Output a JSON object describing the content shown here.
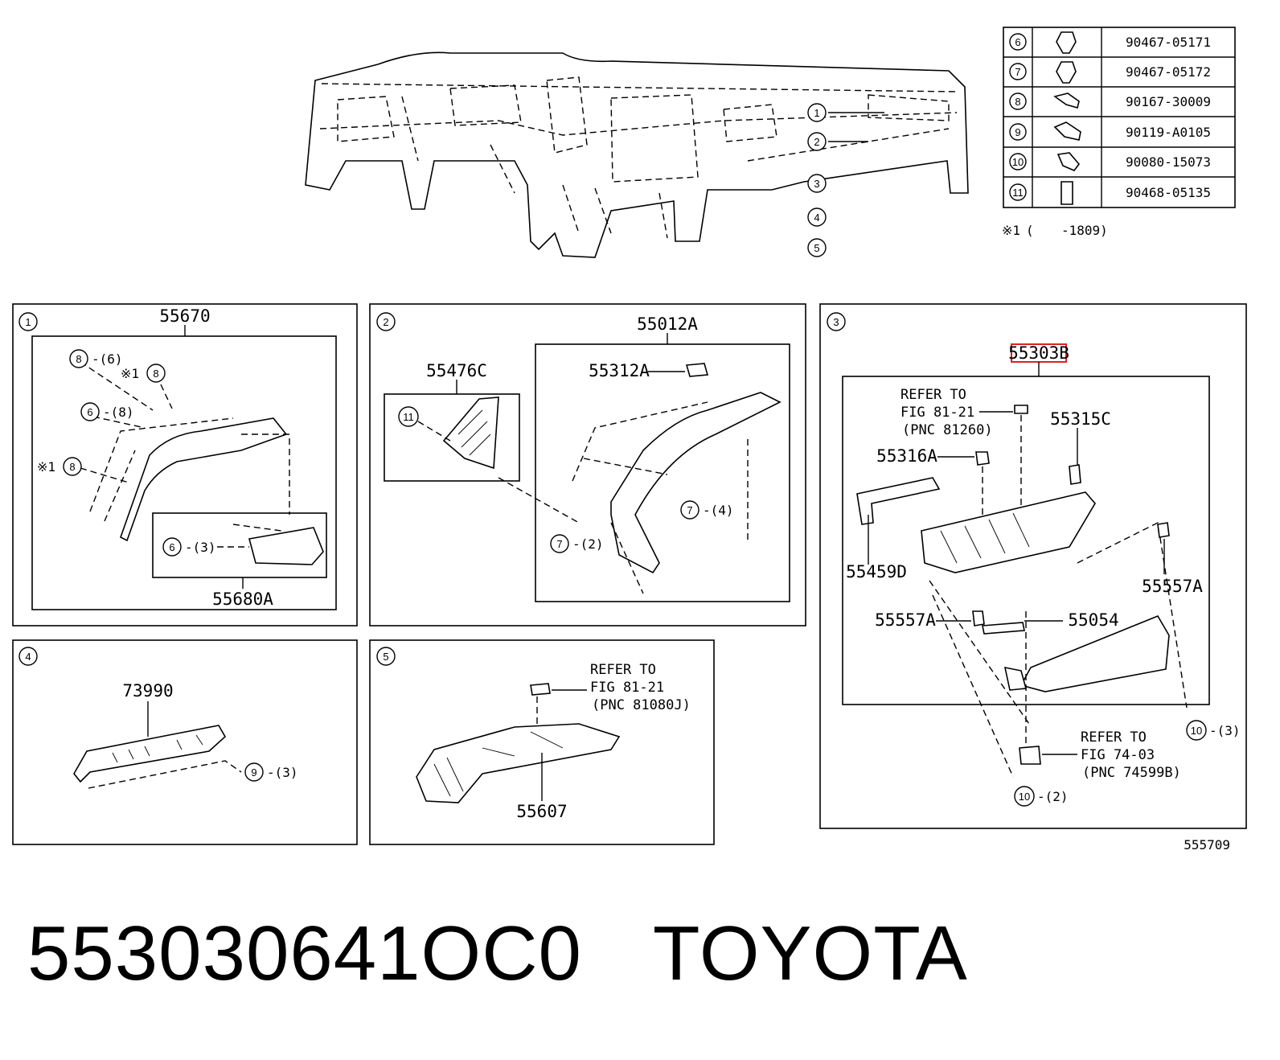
{
  "fastener_table": [
    {
      "ref": "6",
      "part_no": "90467-05171"
    },
    {
      "ref": "7",
      "part_no": "90467-05172"
    },
    {
      "ref": "8",
      "part_no": "90167-30009"
    },
    {
      "ref": "9",
      "part_no": "90119-A0105"
    },
    {
      "ref": "10",
      "part_no": "90080-15073"
    },
    {
      "ref": "11",
      "part_no": "90468-05135"
    }
  ],
  "footnote": {
    "mark": "※1",
    "paren_open": "(",
    "range": "-1809)"
  },
  "overview_callouts": [
    "1",
    "2",
    "3",
    "4",
    "5"
  ],
  "panels": {
    "p1": {
      "num": "1",
      "title": "55670",
      "subpart": "55680A",
      "callouts": [
        {
          "circle": "8",
          "qty": "-(6)"
        },
        {
          "mark": "※1",
          "circle": "8"
        },
        {
          "circle": "6",
          "qty": "-(8)"
        },
        {
          "mark": "※1",
          "circle": "8"
        },
        {
          "circle": "6",
          "qty": "-(3)"
        }
      ]
    },
    "p2": {
      "num": "2",
      "title": "55012A",
      "left_part": "55476C",
      "clip": "55312A",
      "callouts": [
        {
          "circle": "11"
        },
        {
          "circle": "7",
          "qty": "-(4)"
        },
        {
          "circle": "7",
          "qty": "-(2)"
        }
      ]
    },
    "p3": {
      "num": "3",
      "title": "55303B",
      "refer1": {
        "line1": "REFER TO",
        "line2": "FIG 81-21",
        "line3": "(PNC 81260)"
      },
      "parts": {
        "a": "55315C",
        "b": "55316A",
        "c": "55459D",
        "d": "55557A",
        "e": "55557A",
        "f": "55054"
      },
      "refer2": {
        "line1": "REFER TO",
        "line2": "FIG 74-03",
        "line3": "(PNC 74599B)"
      },
      "callouts": [
        {
          "circle": "10",
          "qty": "-(3)"
        },
        {
          "circle": "10",
          "qty": "-(2)"
        }
      ]
    },
    "p4": {
      "num": "4",
      "title": "73990",
      "callouts": [
        {
          "circle": "9",
          "qty": "-(3)"
        }
      ]
    },
    "p5": {
      "num": "5",
      "title": "55607",
      "refer": {
        "line1": "REFER TO",
        "line2": "FIG 81-21",
        "line3": "(PNC 81080J)"
      }
    }
  },
  "illustration_id": "555709",
  "caption": {
    "part_number": "553030641OC0",
    "brand": "TOYOTA"
  },
  "colors": {
    "highlight": "#e02020",
    "line": "#000000"
  }
}
